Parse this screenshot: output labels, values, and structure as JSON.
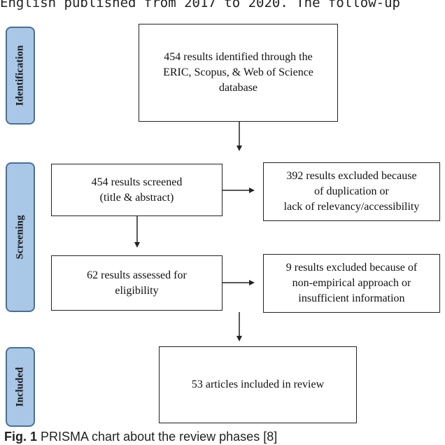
{
  "top_text": "English published from 2017 to 2020. The follow-up",
  "stages": {
    "identification": "Identification",
    "screening": "Screening",
    "included": "Included"
  },
  "boxes": {
    "identified": "454 results identified through the\nERIC, Scopus, & Web of Science\ndatabase",
    "screened": "454 results screened\n(title & abstract)",
    "excluded_duplication": "392 results excluded because\nof duplication or\nlack of relevancy/accessibility",
    "assessed": "62 results assessed for\neligibility",
    "excluded_nonempirical": "9 results excluded because of\nnon-empirical approach or\ninsufficient information",
    "included": "53 articles included in review"
  },
  "caption": {
    "label": "Fig. 1",
    "text": "PRISMA chart about the review phases [8]"
  },
  "colors": {
    "stage_fill": "#a9c7e6",
    "stage_border": "#4a6f99",
    "box_border": "#222222",
    "arrow": "#222222"
  }
}
